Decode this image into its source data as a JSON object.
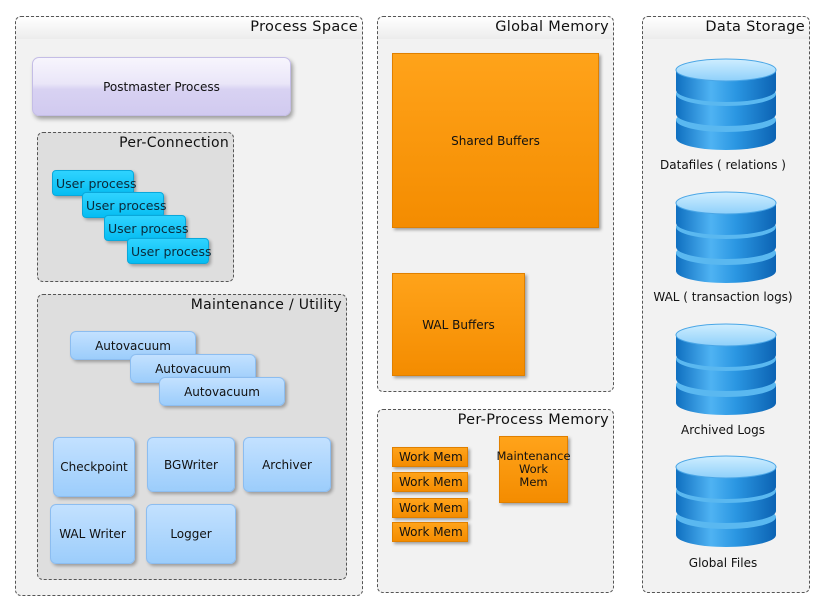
{
  "process_space": {
    "title": "Process Space",
    "postmaster": "Postmaster Process",
    "per_connection": {
      "title": "Per-Connection",
      "user_processes": [
        "User process",
        "User process",
        "User process",
        "User process"
      ]
    },
    "maintenance": {
      "title": "Maintenance / Utility",
      "autovacuums": [
        "Autovacuum",
        "Autovacuum",
        "Autovacuum"
      ],
      "checkpoint": "Checkpoint",
      "bgwriter": "BGWriter",
      "archiver": "Archiver",
      "wal_writer": "WAL Writer",
      "logger": "Logger"
    }
  },
  "global_memory": {
    "title": "Global Memory",
    "shared_buffers": "Shared Buffers",
    "wal_buffers": "WAL Buffers"
  },
  "per_process_memory": {
    "title": "Per-Process Memory",
    "work_mems": [
      "Work Mem",
      "Work Mem",
      "Work Mem",
      "Work Mem"
    ],
    "maintenance_work_mem": [
      "Maintenance",
      "Work",
      "Mem"
    ]
  },
  "data_storage": {
    "title": "Data Storage",
    "items": [
      "Datafiles ( relations )",
      "WAL ( transaction logs)",
      "Archived Logs",
      "Global Files"
    ]
  },
  "colors": {
    "cyan_process": "#06bdf2",
    "blue_process": "#9ccdfb",
    "orange_memory": "#f48c00",
    "database": "#1a88d8"
  }
}
